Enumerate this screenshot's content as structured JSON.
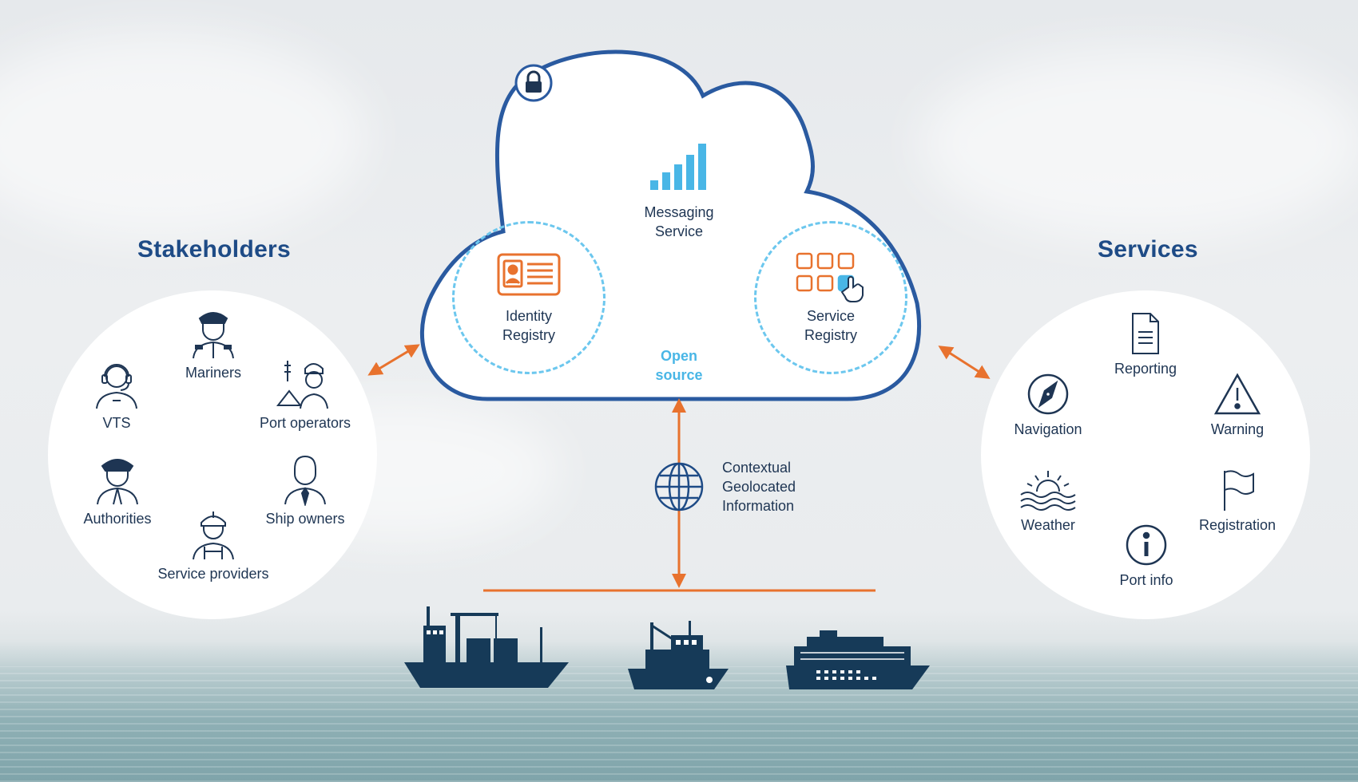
{
  "headings": {
    "stakeholders": "Stakeholders",
    "services": "Services"
  },
  "stakeholders": [
    {
      "id": "vts",
      "label": "VTS",
      "icon": "headset-operator-icon"
    },
    {
      "id": "mariners",
      "label": "Mariners",
      "icon": "captain-icon"
    },
    {
      "id": "port-operators",
      "label": "Port operators",
      "icon": "port-worker-icon"
    },
    {
      "id": "authorities",
      "label": "Authorities",
      "icon": "officer-icon"
    },
    {
      "id": "ship-owners",
      "label": "Ship owners",
      "icon": "businessman-icon"
    },
    {
      "id": "service-providers",
      "label": "Service providers",
      "icon": "engineer-icon"
    }
  ],
  "services": [
    {
      "id": "reporting",
      "label": "Reporting",
      "icon": "document-icon"
    },
    {
      "id": "navigation",
      "label": "Navigation",
      "icon": "compass-icon"
    },
    {
      "id": "warning",
      "label": "Warning",
      "icon": "warning-triangle-icon"
    },
    {
      "id": "weather",
      "label": "Weather",
      "icon": "sun-waves-icon"
    },
    {
      "id": "registration",
      "label": "Registration",
      "icon": "flag-icon"
    },
    {
      "id": "port-info",
      "label": "Port info",
      "icon": "info-icon"
    }
  ],
  "cloud": {
    "messaging": [
      "Messaging",
      "Service"
    ],
    "identity": [
      "Identity",
      "Registry"
    ],
    "service_registry": [
      "Service",
      "Registry"
    ],
    "open_source": [
      "Open",
      "source"
    ]
  },
  "info": [
    "Contextual",
    "Geolocated",
    "Information"
  ],
  "colors": {
    "heading": "#1e4b86",
    "cloud_border": "#2a5aa0",
    "accent_orange": "#e8722e",
    "accent_blue": "#49b6e6",
    "ship": "#163a58"
  }
}
